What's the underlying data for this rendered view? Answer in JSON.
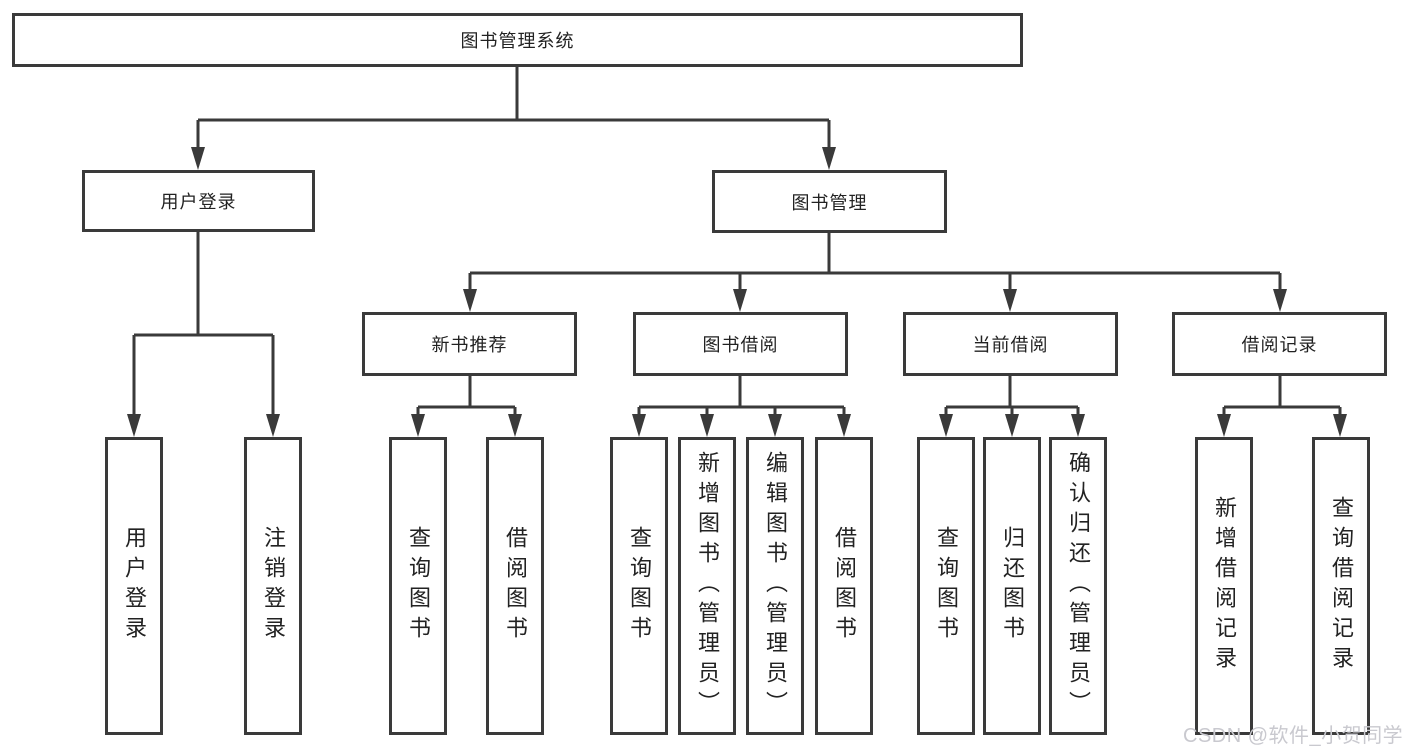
{
  "tree": {
    "label": "图书管理系统",
    "children": [
      {
        "label": "用户登录",
        "children": [
          {
            "label": "用户登录"
          },
          {
            "label": "注销登录"
          }
        ]
      },
      {
        "label": "图书管理",
        "children": [
          {
            "label": "新书推荐",
            "children": [
              {
                "label": "查询图书"
              },
              {
                "label": "借阅图书"
              }
            ]
          },
          {
            "label": "图书借阅",
            "children": [
              {
                "label": "查询图书"
              },
              {
                "label": "新增图书（管理员）"
              },
              {
                "label": "编辑图书（管理员）"
              },
              {
                "label": "借阅图书"
              }
            ]
          },
          {
            "label": "当前借阅",
            "children": [
              {
                "label": "查询图书"
              },
              {
                "label": "归还图书"
              },
              {
                "label": "确认归还（管理员）"
              }
            ]
          },
          {
            "label": "借阅记录",
            "children": [
              {
                "label": "新增借阅记录"
              },
              {
                "label": "查询借阅记录"
              }
            ]
          }
        ]
      }
    ]
  },
  "watermark": {
    "text": "CSDN @软件_小贺同学"
  },
  "colors": {
    "line": "#3a3a3a",
    "box_fill": "#ffffff",
    "text": "#222222",
    "watermark": "#c9c9cf",
    "background": "#ffffff"
  }
}
